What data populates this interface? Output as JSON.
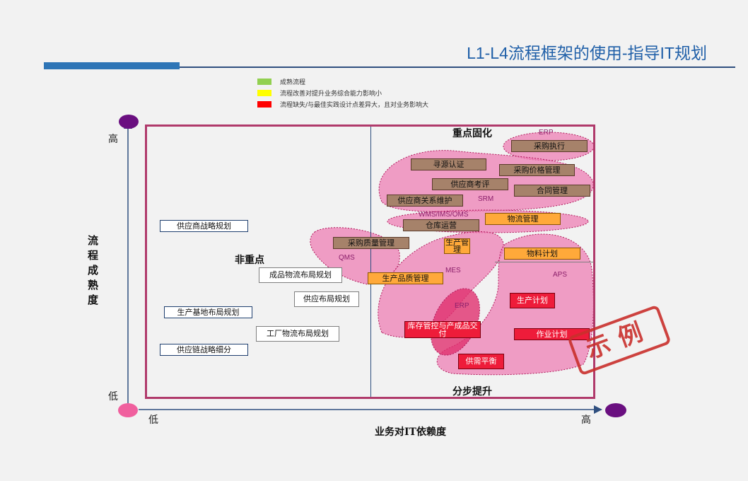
{
  "title": "L1-L4流程框架的使用-指导IT规划",
  "legend": [
    {
      "color": "#92d050",
      "text": "成熟流程"
    },
    {
      "color": "#ffff00",
      "text": "流程改善对提升业务综合能力影响小"
    },
    {
      "color": "#ff0000",
      "text": "流程缺失/与最佳实践设计点差异大，且对业务影响大"
    }
  ],
  "axes": {
    "y_title": "流程成熟度",
    "y_high": "高",
    "y_low": "低",
    "x_title": "业务对IT依赖度",
    "x_low": "低",
    "x_high": "高"
  },
  "quadrants": {
    "top_right": "重点固化",
    "left": "非重点",
    "bottom_right": "分步提升"
  },
  "systems": {
    "erp_top": "ERP",
    "srm": "SRM",
    "wms": "WMS/IMS/OMS",
    "qms": "QMS",
    "mes": "MES",
    "aps": "APS",
    "erp_bottom": "ERP"
  },
  "processes": {
    "p1": "采购执行",
    "p2": "寻源认证",
    "p3": "采购价格管理",
    "p4": "供应商考评",
    "p5": "合同管理",
    "p6": "供应商关系维护",
    "p7": "仓库运营",
    "p8": "物流管理",
    "p9": "采购质量管理",
    "p10": "生产管理",
    "p11": "物料计划",
    "p12": "生产品质管理",
    "p13": "生产计划",
    "p14": "库存管控与产成品交付",
    "p15": "作业计划",
    "p16": "供需平衡",
    "w1": "供应商战略规划",
    "w2": "成品物流布局规划",
    "w3": "供应布局规划",
    "w4": "生产基地布局规划",
    "w5": "工厂物流布局规划",
    "w6": "供应链战略细分"
  },
  "stamp": "示例"
}
